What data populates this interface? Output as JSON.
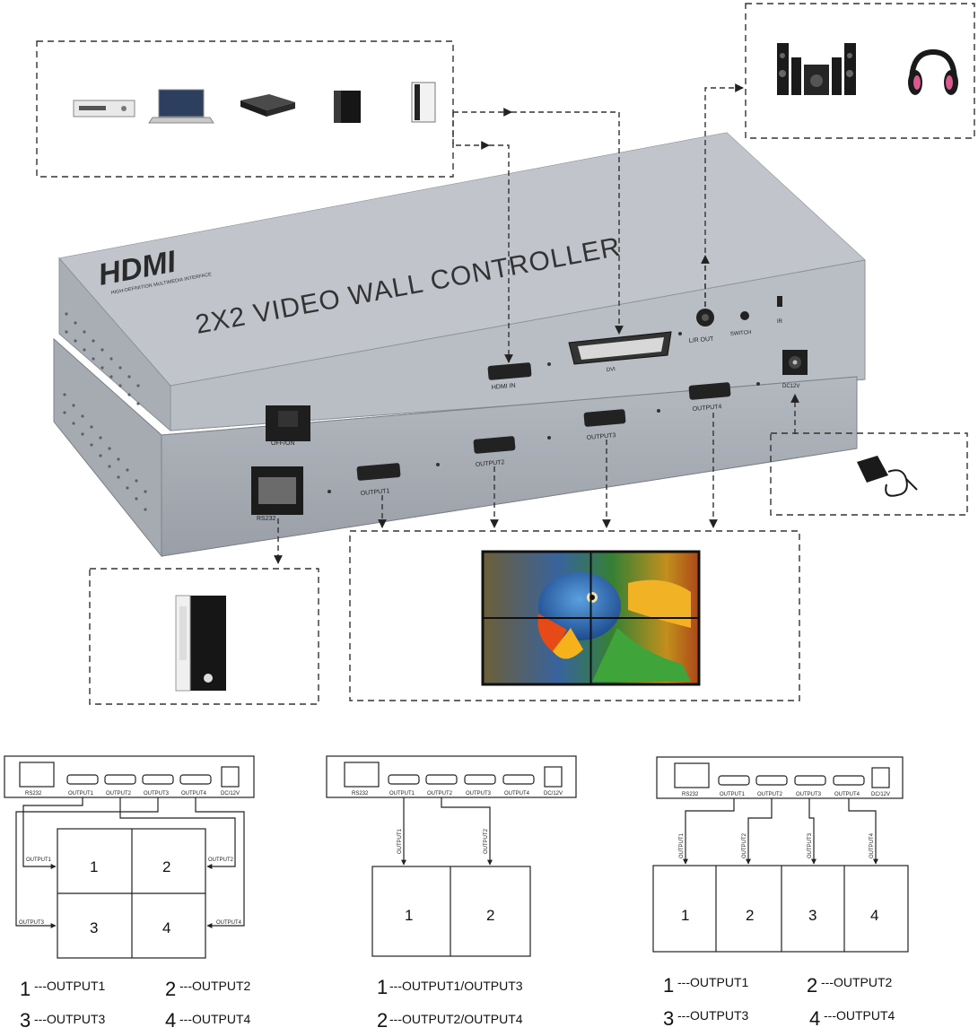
{
  "device": {
    "brand_logo": "HDMI",
    "brand_tagline": "HIGH-DEFINITION MULTIMEDIA INTERFACE",
    "title": "2X2 VIDEO WALL CONTROLLER",
    "ports_top": {
      "hdmi_in": "HDMI IN",
      "dvi": "DVI",
      "lr_out": "L/R OUT",
      "switch": "SWITCH",
      "ir": "IR",
      "output4": "OUTPUT4",
      "dc": "DC12V"
    },
    "ports_front": {
      "power": "OFF/ON",
      "rs232": "RS232",
      "output1": "OUTPUT1",
      "output2": "OUTPUT2",
      "output3": "OUTPUT3"
    }
  },
  "mini_panel": {
    "rs232": "RS232",
    "output1": "OUTPUT1",
    "output2": "OUTPUT2",
    "output3": "OUTPUT3",
    "output4": "OUTPUT4",
    "dc": "DC/12V"
  },
  "layouts": [
    {
      "tiles": [
        "1",
        "2",
        "3",
        "4"
      ],
      "wire_labels": [
        "OUTPUT1",
        "OUTPUT2",
        "OUTPUT3",
        "OUTPUT4"
      ],
      "legend": [
        {
          "num": "1",
          "text": "---OUTPUT1"
        },
        {
          "num": "2",
          "text": "---OUTPUT2"
        },
        {
          "num": "3",
          "text": "---OUTPUT3"
        },
        {
          "num": "4",
          "text": "---OUTPUT4"
        }
      ]
    },
    {
      "tiles": [
        "1",
        "2"
      ],
      "wire_labels": [
        "OUTPUT1",
        "OUTPUT2"
      ],
      "legend": [
        {
          "num": "1",
          "text": "---OUTPUT1/OUTPUT3"
        },
        {
          "num": "2",
          "text": "---OUTPUT2/OUTPUT4"
        }
      ]
    },
    {
      "tiles": [
        "1",
        "2",
        "3",
        "4"
      ],
      "wire_labels": [
        "OUTPUT1",
        "OUTPUT2",
        "OUTPUT3",
        "OUTPUT4"
      ],
      "legend": [
        {
          "num": "1",
          "text": "---OUTPUT1"
        },
        {
          "num": "2",
          "text": "---OUTPUT2"
        },
        {
          "num": "3",
          "text": "---OUTPUT3"
        },
        {
          "num": "4",
          "text": "---OUTPUT4"
        }
      ]
    }
  ]
}
